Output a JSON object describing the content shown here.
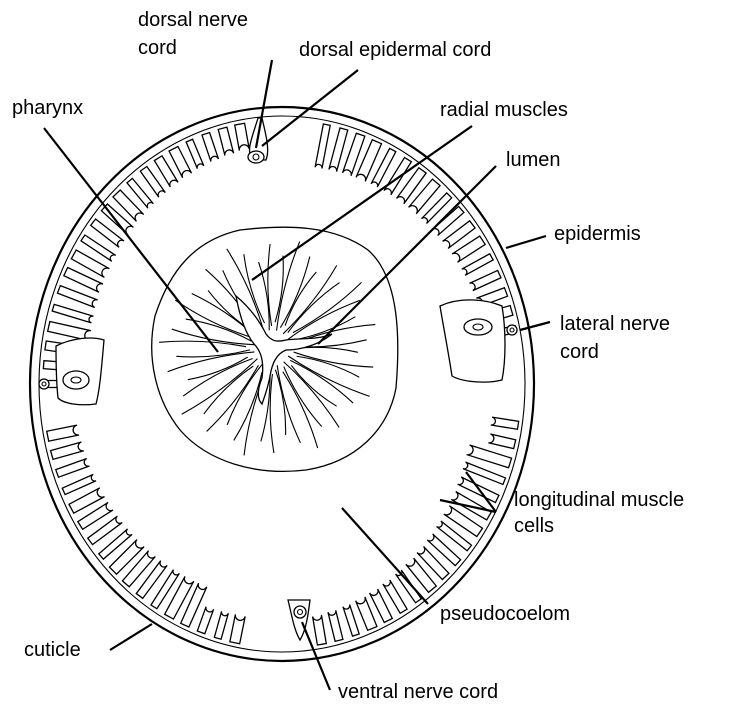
{
  "labels": {
    "dorsal_nerve_cord_1": "dorsal nerve",
    "dorsal_nerve_cord_2": "cord",
    "dorsal_epidermal_cord": "dorsal epidermal cord",
    "pharynx": "pharynx",
    "radial_muscles": "radial muscles",
    "lumen": "lumen",
    "epidermis": "epidermis",
    "lateral_nerve_cord_1": "lateral nerve",
    "lateral_nerve_cord_2": "cord",
    "longitudinal_muscle_cells_1": "longitudinal muscle",
    "longitudinal_muscle_cells_2": "cells",
    "pseudocoelom": "pseudocoelom",
    "cuticle": "cuticle",
    "ventral_nerve_cord": "ventral nerve cord"
  }
}
